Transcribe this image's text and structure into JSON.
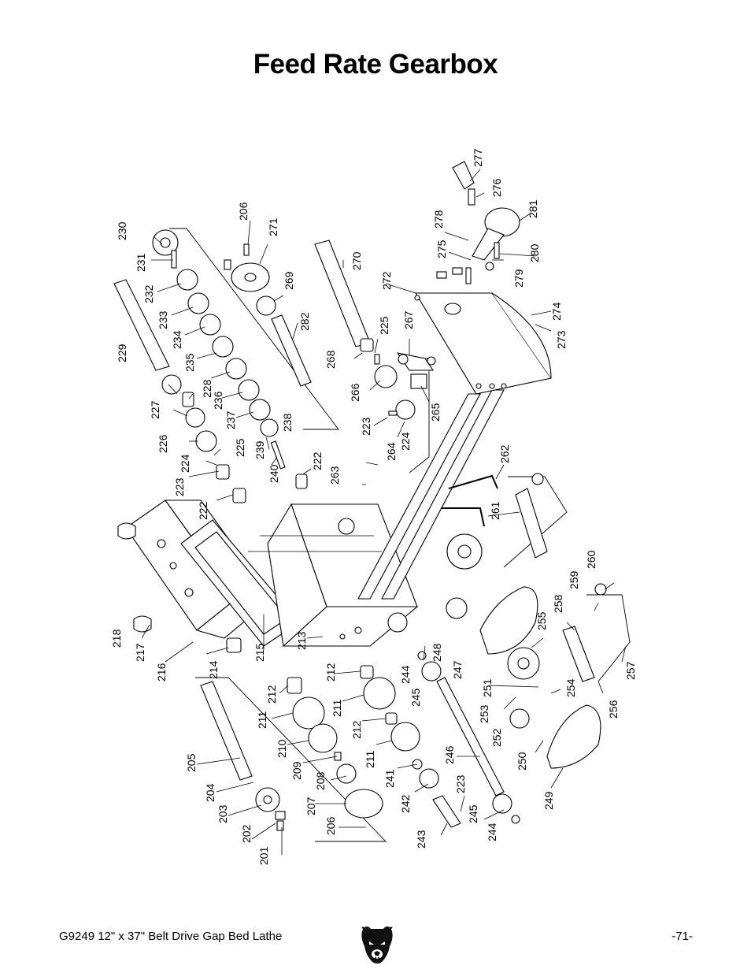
{
  "title": "Feed Rate Gearbox",
  "footer": {
    "model": "G9249  12\" x 37\" Belt Drive Gap Bed Lathe",
    "page": "-71-"
  },
  "callouts": {
    "c201": "201",
    "c202": "202",
    "c203": "203",
    "c204": "204",
    "c205": "205",
    "c206a": "206",
    "c206b": "206",
    "c207": "207",
    "c208": "208",
    "c209": "209",
    "c210": "210",
    "c211a": "211",
    "c211b": "211",
    "c211c": "211",
    "c212a": "212",
    "c212b": "212",
    "c212c": "212",
    "c213": "213",
    "c214": "214",
    "c215": "215",
    "c216": "216",
    "c217": "217",
    "c218": "218",
    "c222a": "222",
    "c222b": "222",
    "c223a": "223",
    "c223b": "223",
    "c223c": "223",
    "c224a": "224",
    "c224b": "224",
    "c225a": "225",
    "c225b": "225",
    "c226": "226",
    "c227": "227",
    "c228": "228",
    "c229": "229",
    "c230": "230",
    "c231": "231",
    "c232": "232",
    "c233": "233",
    "c234": "234",
    "c235": "235",
    "c236": "236",
    "c237": "237",
    "c238": "238",
    "c239": "239",
    "c240": "240",
    "c241": "241",
    "c242": "242",
    "c243": "243",
    "c244a": "244",
    "c244b": "244",
    "c245a": "245",
    "c245b": "245",
    "c246": "246",
    "c247": "247",
    "c248": "248",
    "c249": "249",
    "c250": "250",
    "c251": "251",
    "c252": "252",
    "c253": "253",
    "c254": "254",
    "c255": "255",
    "c256": "256",
    "c257": "257",
    "c258": "258",
    "c259": "259",
    "c260": "260",
    "c261": "261",
    "c262": "262",
    "c263": "263",
    "c264": "264",
    "c265": "265",
    "c266": "266",
    "c267": "267",
    "c268": "268",
    "c269": "269",
    "c270": "270",
    "c271": "271",
    "c272": "272",
    "c273": "273",
    "c274": "274",
    "c275": "275",
    "c276": "276",
    "c277": "277",
    "c278": "278",
    "c279": "279",
    "c280": "280",
    "c281": "281",
    "c282": "282"
  }
}
